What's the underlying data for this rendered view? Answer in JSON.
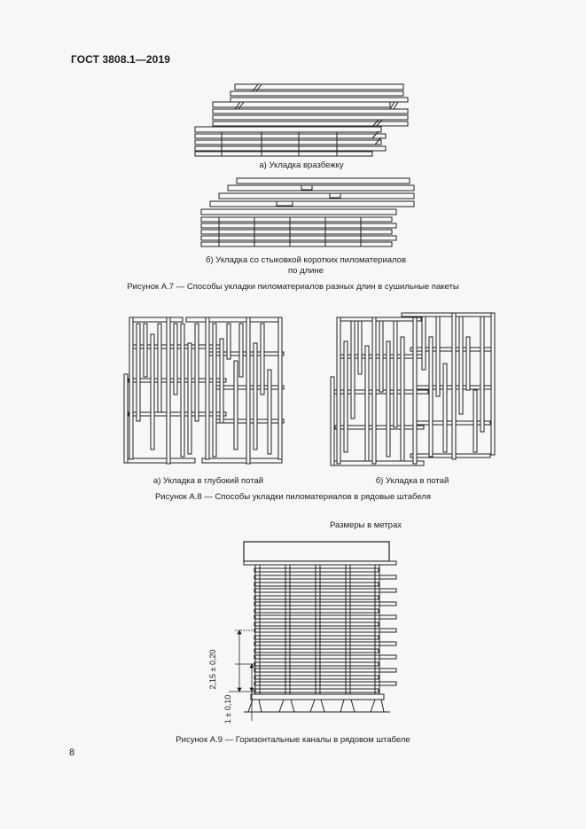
{
  "header": {
    "standard": "ГОСТ 3808.1—2019"
  },
  "figure_a7": {
    "sub_a": "а) Укладка вразбежку",
    "sub_b_line1": "б) Укладка со стыковкой коротких пиломатериалов",
    "sub_b_line2": "по длине",
    "caption": "Рисунок А.7 — Способы укладки пиломатериалов разных длин в сушильные пакеты"
  },
  "figure_a8": {
    "sub_a": "а) Укладка в глубокий потай",
    "sub_b": "б) Укладка в потай",
    "caption": "Рисунок А.8 — Способы укладки пиломатериалов в рядовые штабеля"
  },
  "figure_a9": {
    "units_note": "Размеры в метрах",
    "dim_upper": "2,15 ± 0,20",
    "dim_lower": "1 ± 0,10",
    "caption": "Рисунок А.9 — Горизонтальные каналы в рядовом штабеле"
  },
  "footer": {
    "page_number": "8"
  }
}
